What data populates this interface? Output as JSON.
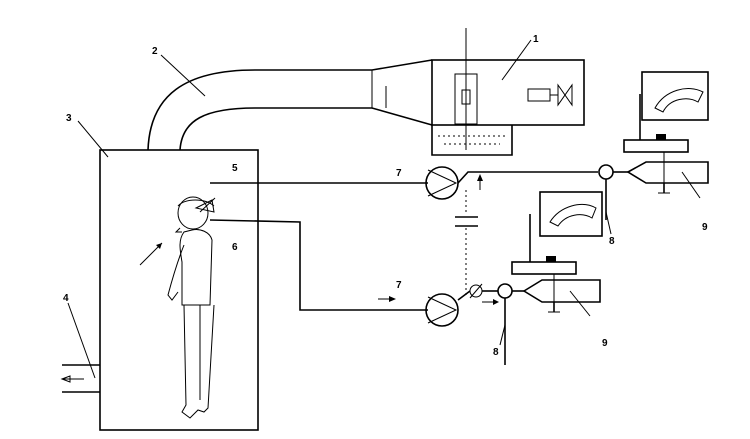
{
  "labels": {
    "l1": "1",
    "l2": "2",
    "l3": "3",
    "l4": "4",
    "l5": "5",
    "l6": "6",
    "l7a": "7",
    "l7b": "7",
    "l8a": "8",
    "l8b": "8",
    "l9a": "9",
    "l9b": "9"
  }
}
